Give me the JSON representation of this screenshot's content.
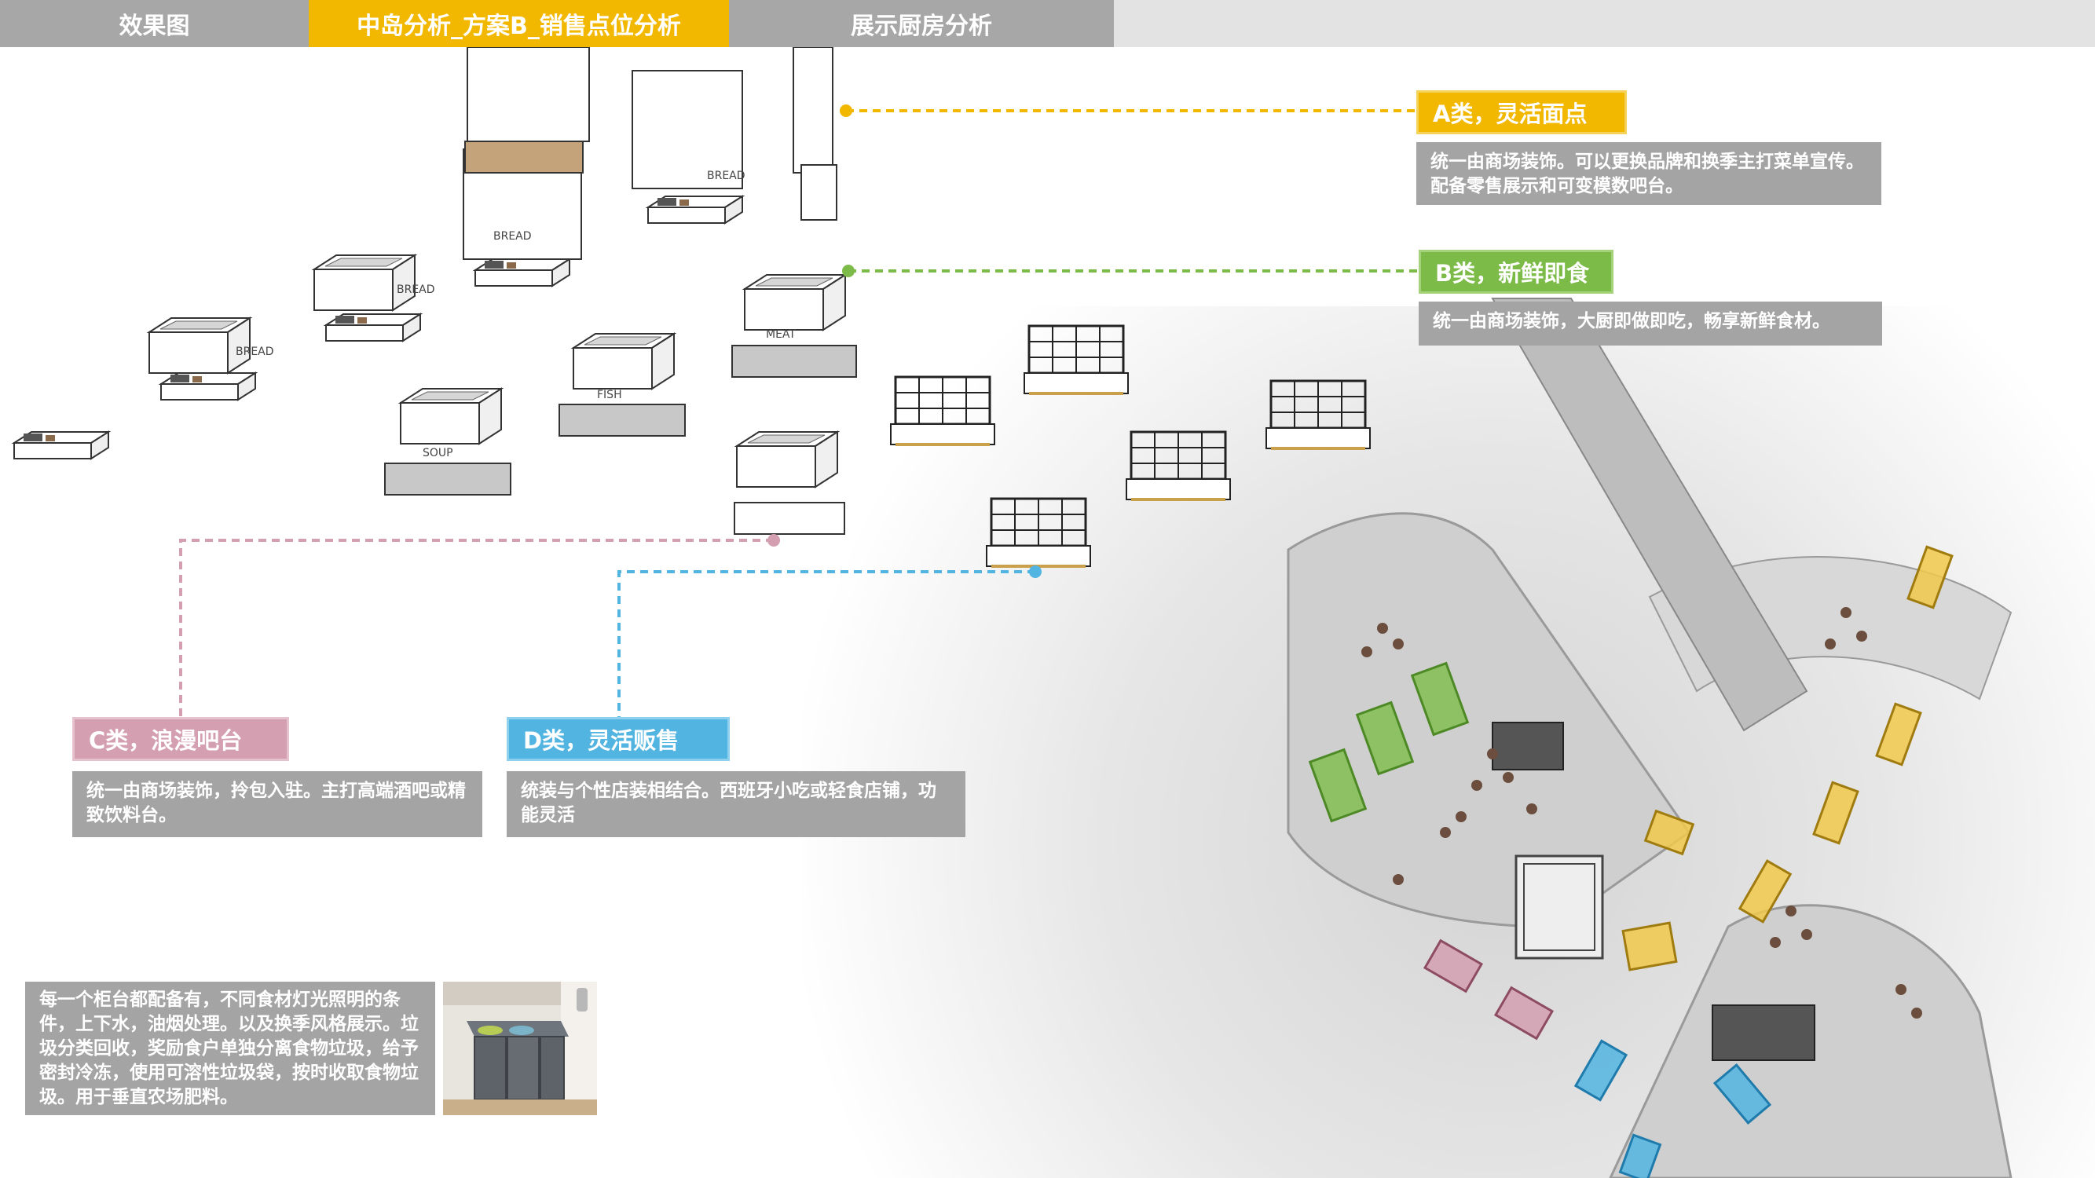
{
  "tabs": [
    {
      "label": "效果图"
    },
    {
      "label": "中岛分析_方案B_销售点位分析"
    },
    {
      "label": "展示厨房分析"
    }
  ],
  "colors": {
    "tab_active": "#f2b800",
    "tab_inactive": "#a7a7a7",
    "class_a": "#f2b800",
    "class_b": "#7dbb48",
    "class_c": "#d49fb1",
    "class_d": "#52b4e0",
    "desc_bg": "#a4a4a4"
  },
  "categories": {
    "a": {
      "title": "A类，灵活面点",
      "desc": "统一由商场装饰。可以更换品牌和换季主打菜单宣传。 配备零售展示和可变模数吧台。"
    },
    "b": {
      "title": "B类，新鲜即食",
      "desc": "统一由商场装饰，大厨即做即吃，畅享新鲜食材。"
    },
    "c": {
      "title": "C类，浪漫吧台",
      "desc": "统一由商场装饰，拎包入驻。主打高端酒吧或精致饮料台。"
    },
    "d": {
      "title": "D类，灵活贩售",
      "desc": "统装与个性店装相结合。西班牙小吃或轻食店铺，功能灵活"
    }
  },
  "note": "每一个柜台都配备有，不同食材灯光照明的条件，上下水，油烟处理。以及换季风格展示。垃圾分类回收，奖励食户单独分离食物垃圾，给予密封冷冻，使用可溶性垃圾袋，按时收取食物垃圾。用于垂直农场肥料。",
  "counter_labels": {
    "bread": "BREAD",
    "meat": "MEAT",
    "fish": "FISH",
    "soup": "SOUP"
  },
  "icons": {
    "counter": "kiosk-box-icon",
    "bin": "sorting-bin-icon"
  }
}
